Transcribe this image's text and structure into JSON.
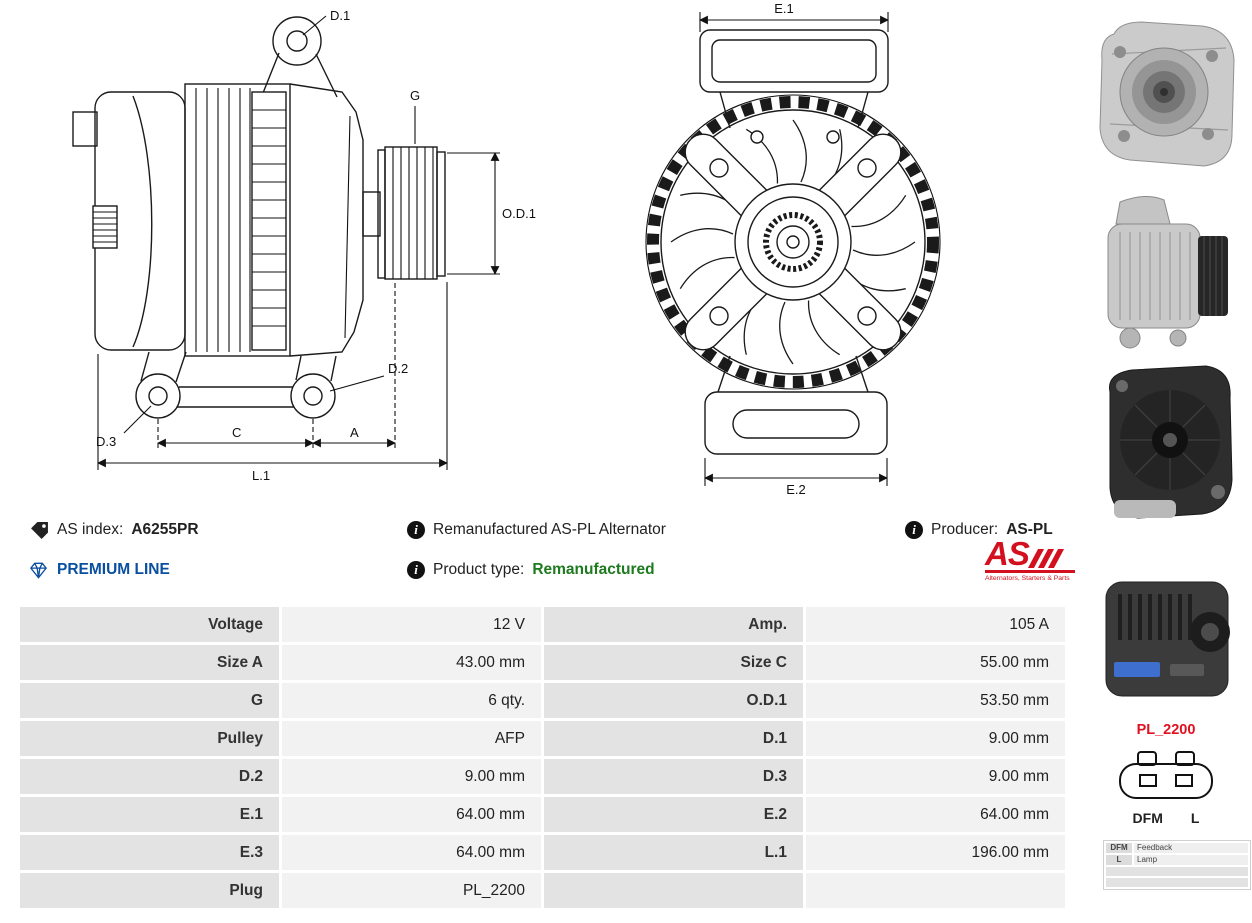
{
  "header": {
    "as_index_label": "AS index:",
    "as_index_value": "A6255PR",
    "premium_line_label": "PREMIUM LINE",
    "description": "Remanufactured AS-PL Alternator",
    "product_type_label": "Product type:",
    "product_type_value": "Remanufactured",
    "producer_label": "Producer:",
    "producer_value": "AS-PL"
  },
  "brand": {
    "logo_text": "AS",
    "tagline": "Alternators, Starters & Parts"
  },
  "icons": {
    "info_glyph": "i"
  },
  "colors": {
    "accent_red": "#d2101e",
    "premium_blue": "#0a4fa0",
    "value_green": "#1e7a1e",
    "plug_red": "#e01020"
  },
  "side_view": {
    "labels": {
      "d1": "D.1",
      "g": "G",
      "od1": "O.D.1",
      "d2": "D.2",
      "d3": "D.3",
      "c": "C",
      "a": "A",
      "l1": "L.1"
    }
  },
  "front_view": {
    "labels": {
      "e1": "E.1",
      "e2": "E.2"
    }
  },
  "plug": {
    "name": "PL_2200",
    "pin_left": "DFM",
    "pin_right": "L",
    "legend": [
      {
        "pin": "DFM",
        "desc": "Feedback"
      },
      {
        "pin": "L",
        "desc": "Lamp"
      }
    ]
  },
  "spec_table": {
    "rows": [
      [
        {
          "label": "Voltage",
          "value": "12 V"
        },
        {
          "label": "Amp.",
          "value": "105 A"
        }
      ],
      [
        {
          "label": "Size A",
          "value": "43.00 mm"
        },
        {
          "label": "Size C",
          "value": "55.00 mm"
        }
      ],
      [
        {
          "label": "G",
          "value": "6 qty."
        },
        {
          "label": "O.D.1",
          "value": "53.50 mm"
        }
      ],
      [
        {
          "label": "Pulley",
          "value": "AFP"
        },
        {
          "label": "D.1",
          "value": "9.00 mm"
        }
      ],
      [
        {
          "label": "D.2",
          "value": "9.00 mm"
        },
        {
          "label": "D.3",
          "value": "9.00 mm"
        }
      ],
      [
        {
          "label": "E.1",
          "value": "64.00 mm"
        },
        {
          "label": "E.2",
          "value": "64.00 mm"
        }
      ],
      [
        {
          "label": "E.3",
          "value": "64.00 mm"
        },
        {
          "label": "L.1",
          "value": "196.00 mm"
        }
      ],
      [
        {
          "label": "Plug",
          "value": "PL_2200"
        },
        {
          "label": "",
          "value": ""
        }
      ]
    ]
  }
}
